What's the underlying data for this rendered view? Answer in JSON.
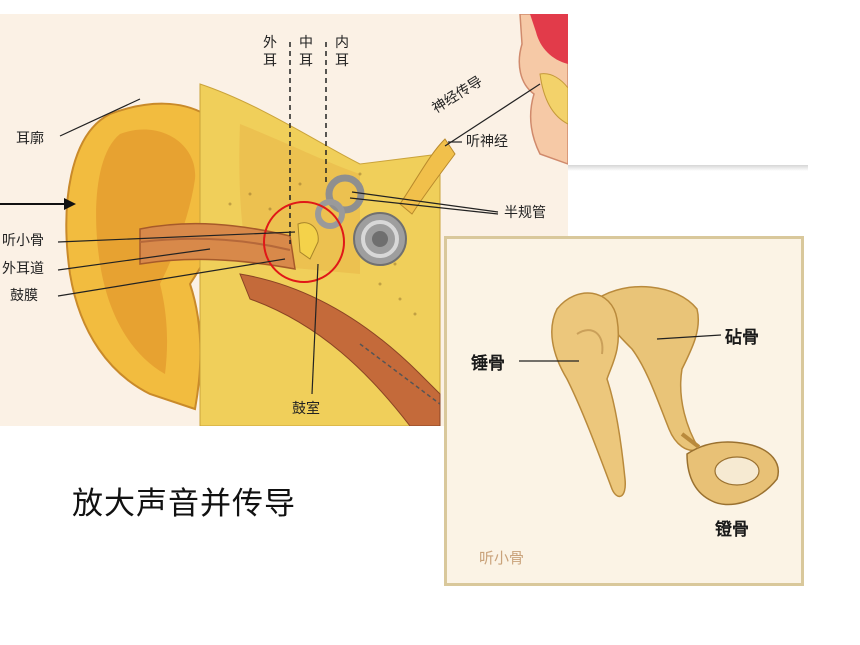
{
  "ear_diagram": {
    "region_labels": {
      "outer": [
        "外",
        "耳"
      ],
      "middle": [
        "中",
        "耳"
      ],
      "inner": [
        "内",
        "耳"
      ]
    },
    "labels": {
      "auricle": "耳廓",
      "nerve_pathway": "神经传导",
      "auditory_nerve": "听神经",
      "semicircular_canals": "半规管",
      "ossicles": "听小骨",
      "ear_canal": "外耳道",
      "eardrum": "鼓膜",
      "tympanic_cavity": "鼓室"
    }
  },
  "caption": "放大声音并传导",
  "ossicle_diagram": {
    "title": "听小骨",
    "labels": {
      "malleus": "锤骨",
      "incus": "砧骨",
      "stapes": "镫骨"
    }
  }
}
